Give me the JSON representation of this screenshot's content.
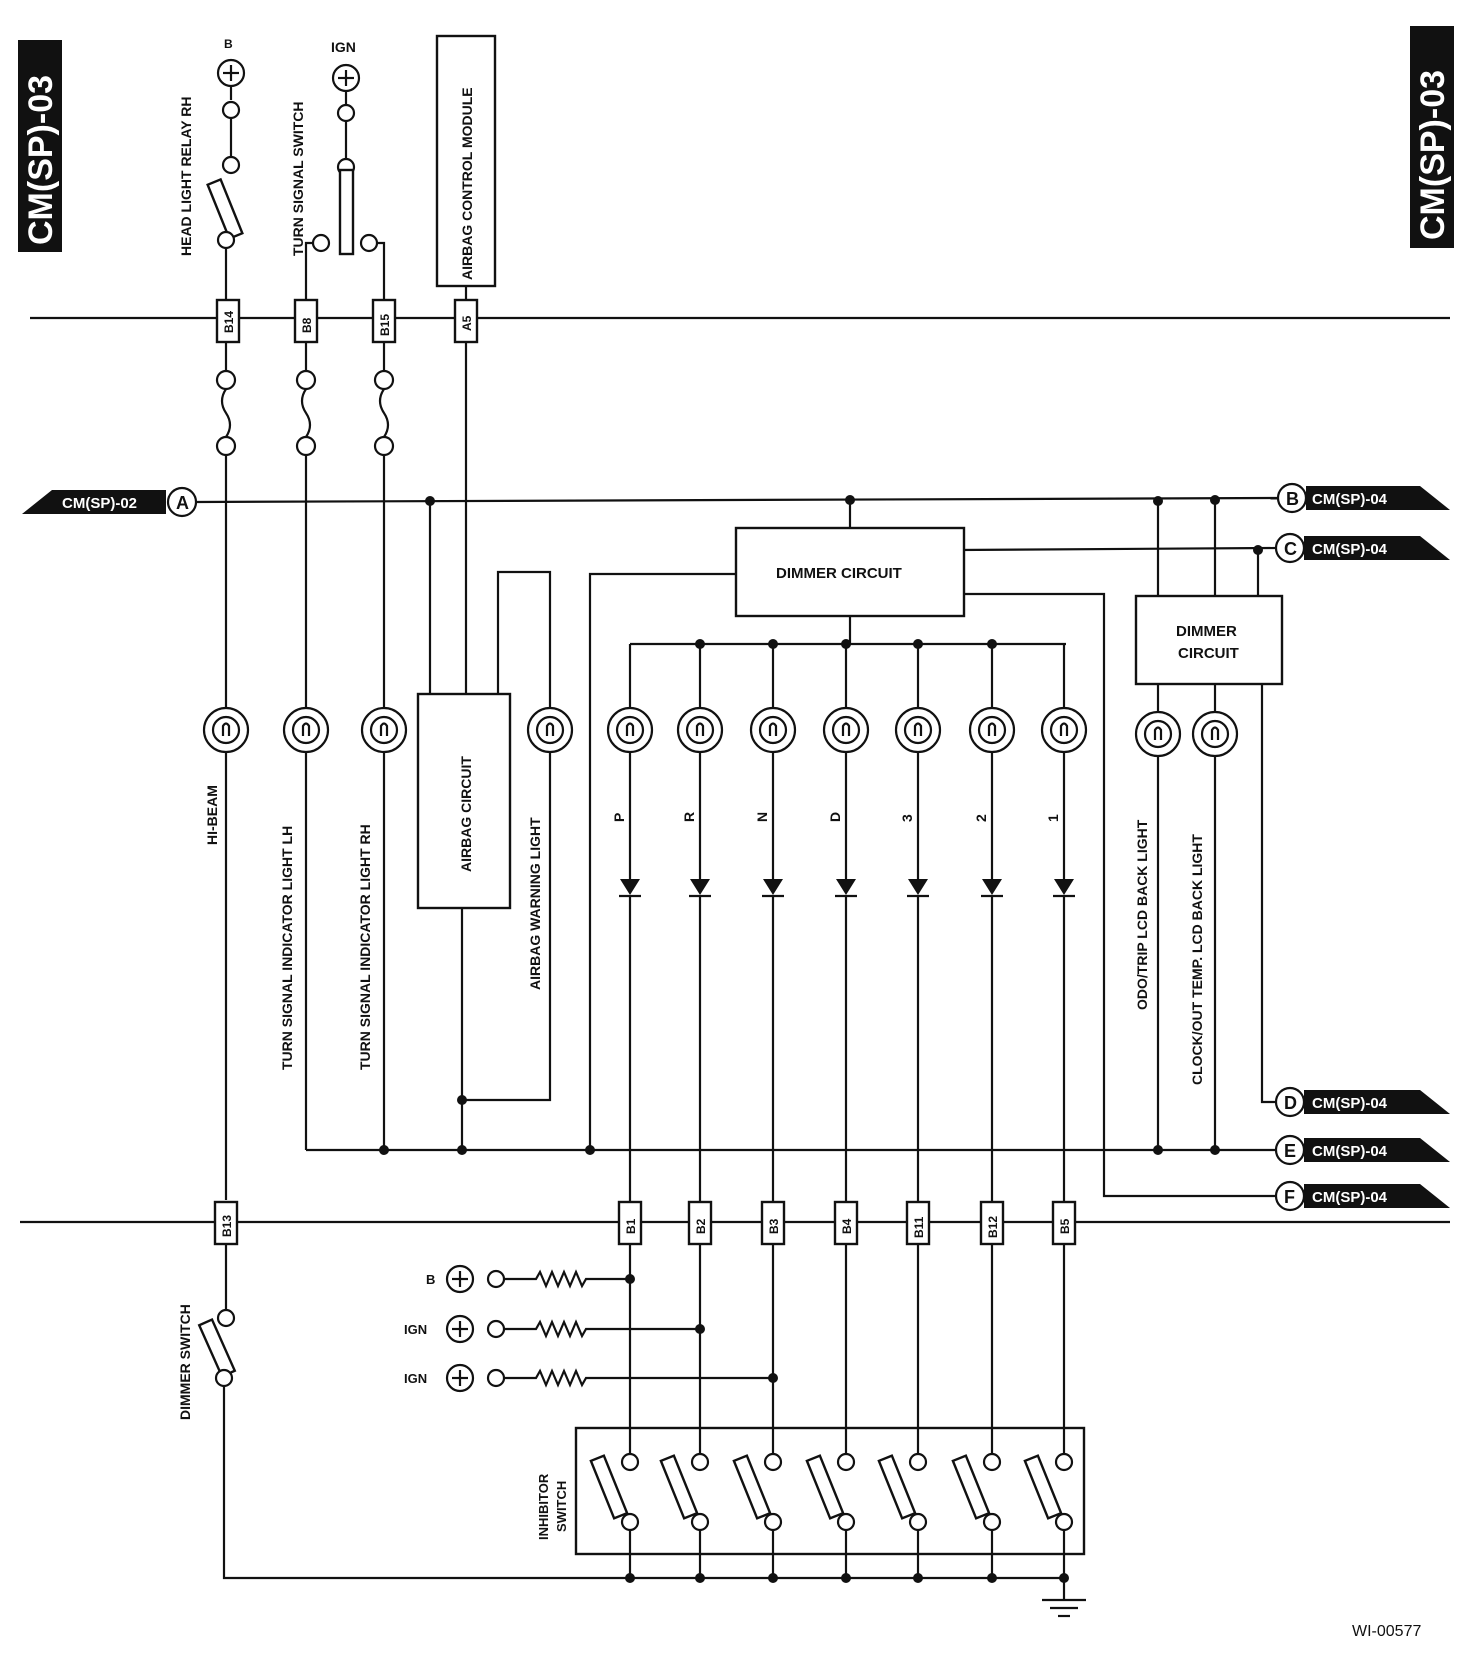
{
  "page_tag": "CM(SP)-03",
  "figure_id": "WI-00577",
  "top": {
    "head_light_relay": "HEAD LIGHT RELAY RH",
    "turn_signal_switch": "TURN SIGNAL SWITCH",
    "airbag_module": "AIRBAG CONTROL MODULE",
    "supply_b": "B",
    "supply_ign": "IGN"
  },
  "connectors_top": [
    "B14",
    "B8",
    "B15",
    "A5"
  ],
  "connectors_bottom": [
    "B13",
    "B1",
    "B2",
    "B3",
    "B4",
    "B11",
    "B12",
    "B5"
  ],
  "refs": {
    "A": {
      "letter": "A",
      "label": "CM(SP)-02"
    },
    "B": {
      "letter": "B",
      "label": "CM(SP)-04"
    },
    "C": {
      "letter": "C",
      "label": "CM(SP)-04"
    },
    "D": {
      "letter": "D",
      "label": "CM(SP)-04"
    },
    "E": {
      "letter": "E",
      "label": "CM(SP)-04"
    },
    "F": {
      "letter": "F",
      "label": "CM(SP)-04"
    }
  },
  "blocks": {
    "dimmer1": "DIMMER CIRCUIT",
    "dimmer2_l1": "DIMMER",
    "dimmer2_l2": "CIRCUIT",
    "airbag_circuit": "AIRBAG CIRCUIT"
  },
  "lamps": {
    "hi_beam": "HI-BEAM",
    "turn_lh": "TURN SIGNAL INDICATOR LIGHT LH",
    "turn_rh": "TURN SIGNAL INDICATOR LIGHT RH",
    "airbag_warning": "AIRBAG WARNING LIGHT",
    "odo": "ODO/TRIP LCD BACK LIGHT",
    "clock": "CLOCK/OUT TEMP. LCD BACK LIGHT"
  },
  "gears": [
    "P",
    "R",
    "N",
    "D",
    "3",
    "2",
    "1"
  ],
  "supplies": [
    "B",
    "IGN",
    "IGN"
  ],
  "switches": {
    "dimmer": "DIMMER SWITCH",
    "inhibitor_l1": "INHIBITOR",
    "inhibitor_l2": "SWITCH"
  }
}
